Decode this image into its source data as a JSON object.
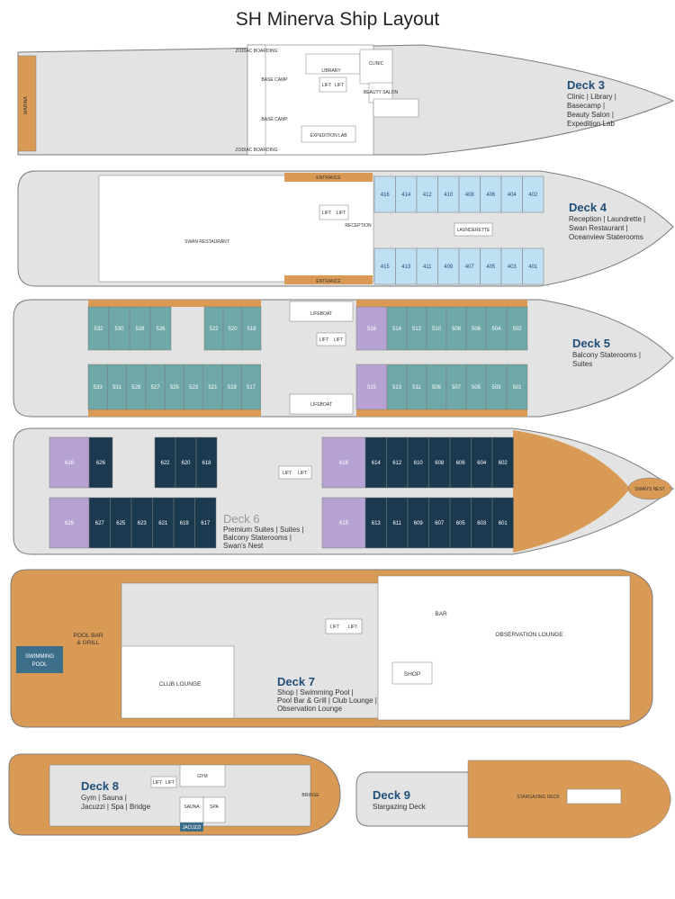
{
  "title": "SH Minerva Ship Layout",
  "colors": {
    "hull": "#e3e3e3",
    "hull_stroke": "#7a7a7a",
    "wood": "#d99a55",
    "oceanview": "#bfe0f2",
    "balcony_light": "#6fa8a8",
    "balcony_dark": "#1b3a50",
    "suite": "#b6a3d4",
    "deck_title": "#1f4f7a",
    "pool": "#3d6e8a"
  },
  "decks": {
    "d3": {
      "name": "Deck 3",
      "lines": [
        "Clinic | Library |",
        "Basecamp |",
        "Beauty Salon |",
        "Expedition Lab"
      ],
      "rooms": {
        "marina": "MARINA",
        "zodiac_top": "ZODIAC BOARDING",
        "zodiac_bottom": "ZODIAC BOARDING",
        "library": "LIBRARY",
        "clinic": "CLINIC",
        "base_camp_top": "BASE CAMP",
        "base_camp_bottom": "BASE CAMP",
        "lift_a": "LIFT",
        "lift_b": "LIFT",
        "beauty_salon": "BEAUTY SALON",
        "expedition_lab": "EXPEDITION LAB"
      }
    },
    "d4": {
      "name": "Deck 4",
      "lines": [
        "Reception | Laundrette |",
        "Swan Restaurant |",
        "Oceanview Staterooms"
      ],
      "rooms": {
        "entrance_top": "ENTRANCE",
        "entrance_bottom": "ENTRANCE",
        "swan_restaurant": "SWAN RESTAURANT",
        "lift_a": "LIFT",
        "lift_b": "LIFT",
        "reception": "RECEPTION",
        "launderette": "LAUNDERETTE"
      },
      "cabins_top": [
        "416",
        "414",
        "412",
        "410",
        "408",
        "406",
        "404",
        "402"
      ],
      "cabins_bottom": [
        "415",
        "413",
        "411",
        "409",
        "407",
        "405",
        "403",
        "401"
      ]
    },
    "d5": {
      "name": "Deck 5",
      "lines": [
        "Balcony Staterooms |",
        "Suites"
      ],
      "rooms": {
        "lifeboat_top": "LIFEBOAT",
        "lifeboat_bottom": "LIFEBOAT",
        "lift_a": "LIFT",
        "lift_b": "LIFT"
      },
      "cabins_top_left": [
        "532",
        "530",
        "528",
        "526"
      ],
      "cabins_top_mid": [
        "522",
        "520",
        "518"
      ],
      "cabins_top_suite": "516",
      "cabins_top_right": [
        "514",
        "512",
        "510",
        "508",
        "506"
      ],
      "cabins_top_end": [
        "504",
        "502"
      ],
      "cabins_bottom_left": [
        "533",
        "531",
        "529",
        "527",
        "525",
        "523",
        "521",
        "519",
        "517"
      ],
      "cabins_bottom_suite": "515",
      "cabins_bottom_right": [
        "513",
        "511",
        "509",
        "507",
        "505"
      ],
      "cabins_bottom_end": [
        "503",
        "501"
      ]
    },
    "d6": {
      "name": "Deck 6",
      "lines": [
        "Premium Suites | Suites |",
        "Balcony Staterooms |",
        "Swan's Nest"
      ],
      "rooms": {
        "swans_nest": "SWAN'S NEST",
        "lift_a": "LIFT",
        "lift_b": "LIFT"
      },
      "cabins_top_suite_left": "628",
      "cabins_top_left": [
        "626"
      ],
      "cabins_top_mid": [
        "622",
        "620",
        "618"
      ],
      "cabins_top_suite": "616",
      "cabins_top_right": [
        "614",
        "612",
        "610",
        "608",
        "606",
        "604",
        "602"
      ],
      "cabins_bottom_suite_left": "629",
      "cabins_bottom_left": [
        "627",
        "625",
        "623",
        "621",
        "619",
        "617"
      ],
      "cabins_bottom_suite": "615",
      "cabins_bottom_right": [
        "613",
        "611",
        "609",
        "607",
        "605",
        "603",
        "601"
      ]
    },
    "d7": {
      "name": "Deck 7",
      "lines": [
        "Shop | Swimming Pool |",
        "Pool Bar & Grill | Club Lounge |",
        "Observation Lounge"
      ],
      "rooms": {
        "pool_bar": "POOL BAR",
        "pool_bar_2": "& GRILL",
        "swimming_pool": "SWIMMING",
        "swimming_pool_2": "POOL",
        "club_lounge": "CLUB LOUNGE",
        "lift_a": "LIFT",
        "lift_b": "LIFT",
        "bar": "BAR",
        "observation_lounge": "OBSERVATION LOUNGE",
        "shop": "SHOP"
      }
    },
    "d8": {
      "name": "Deck 8",
      "lines": [
        "Gym | Sauna |",
        "Jacuzzi | Spa | Bridge"
      ],
      "rooms": {
        "lift_a": "LIFT",
        "lift_b": "LIFT",
        "gym": "GYM",
        "sauna": "SAUNA",
        "spa": "SPA",
        "jacuzzi": "JACUZZI",
        "bridge": "BRIDGE"
      }
    },
    "d9": {
      "name": "Deck 9",
      "lines": [
        "Stargazing Deck"
      ],
      "rooms": {
        "stargazing": "STARGAZING DECK"
      }
    }
  }
}
